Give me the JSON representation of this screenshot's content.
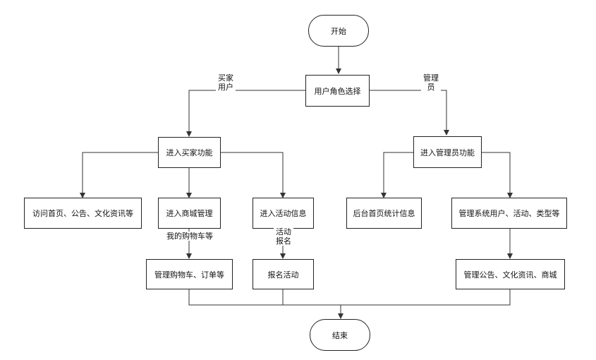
{
  "diagram": {
    "start": "开始",
    "end": "结束",
    "role_select": "用户角色选择",
    "buyer_label": "买家\n用户",
    "admin_label": "管理\n员",
    "buyer": {
      "title": "进入买家功能",
      "visit": "访问首页、公告、文化资讯等",
      "mall": "进入商城管理",
      "cart_label": "我的购物车等",
      "cart_manage": "管理购物车、订单等",
      "activity": "进入活动信息",
      "signup_label": "活动\n报名",
      "signup": "报名活动"
    },
    "admin": {
      "title": "进入管理员功能",
      "stats": "后台首页统计信息",
      "manage_system": "管理系统用户、活动、类型等",
      "manage_content": "管理公告、文化资讯、商城"
    }
  }
}
